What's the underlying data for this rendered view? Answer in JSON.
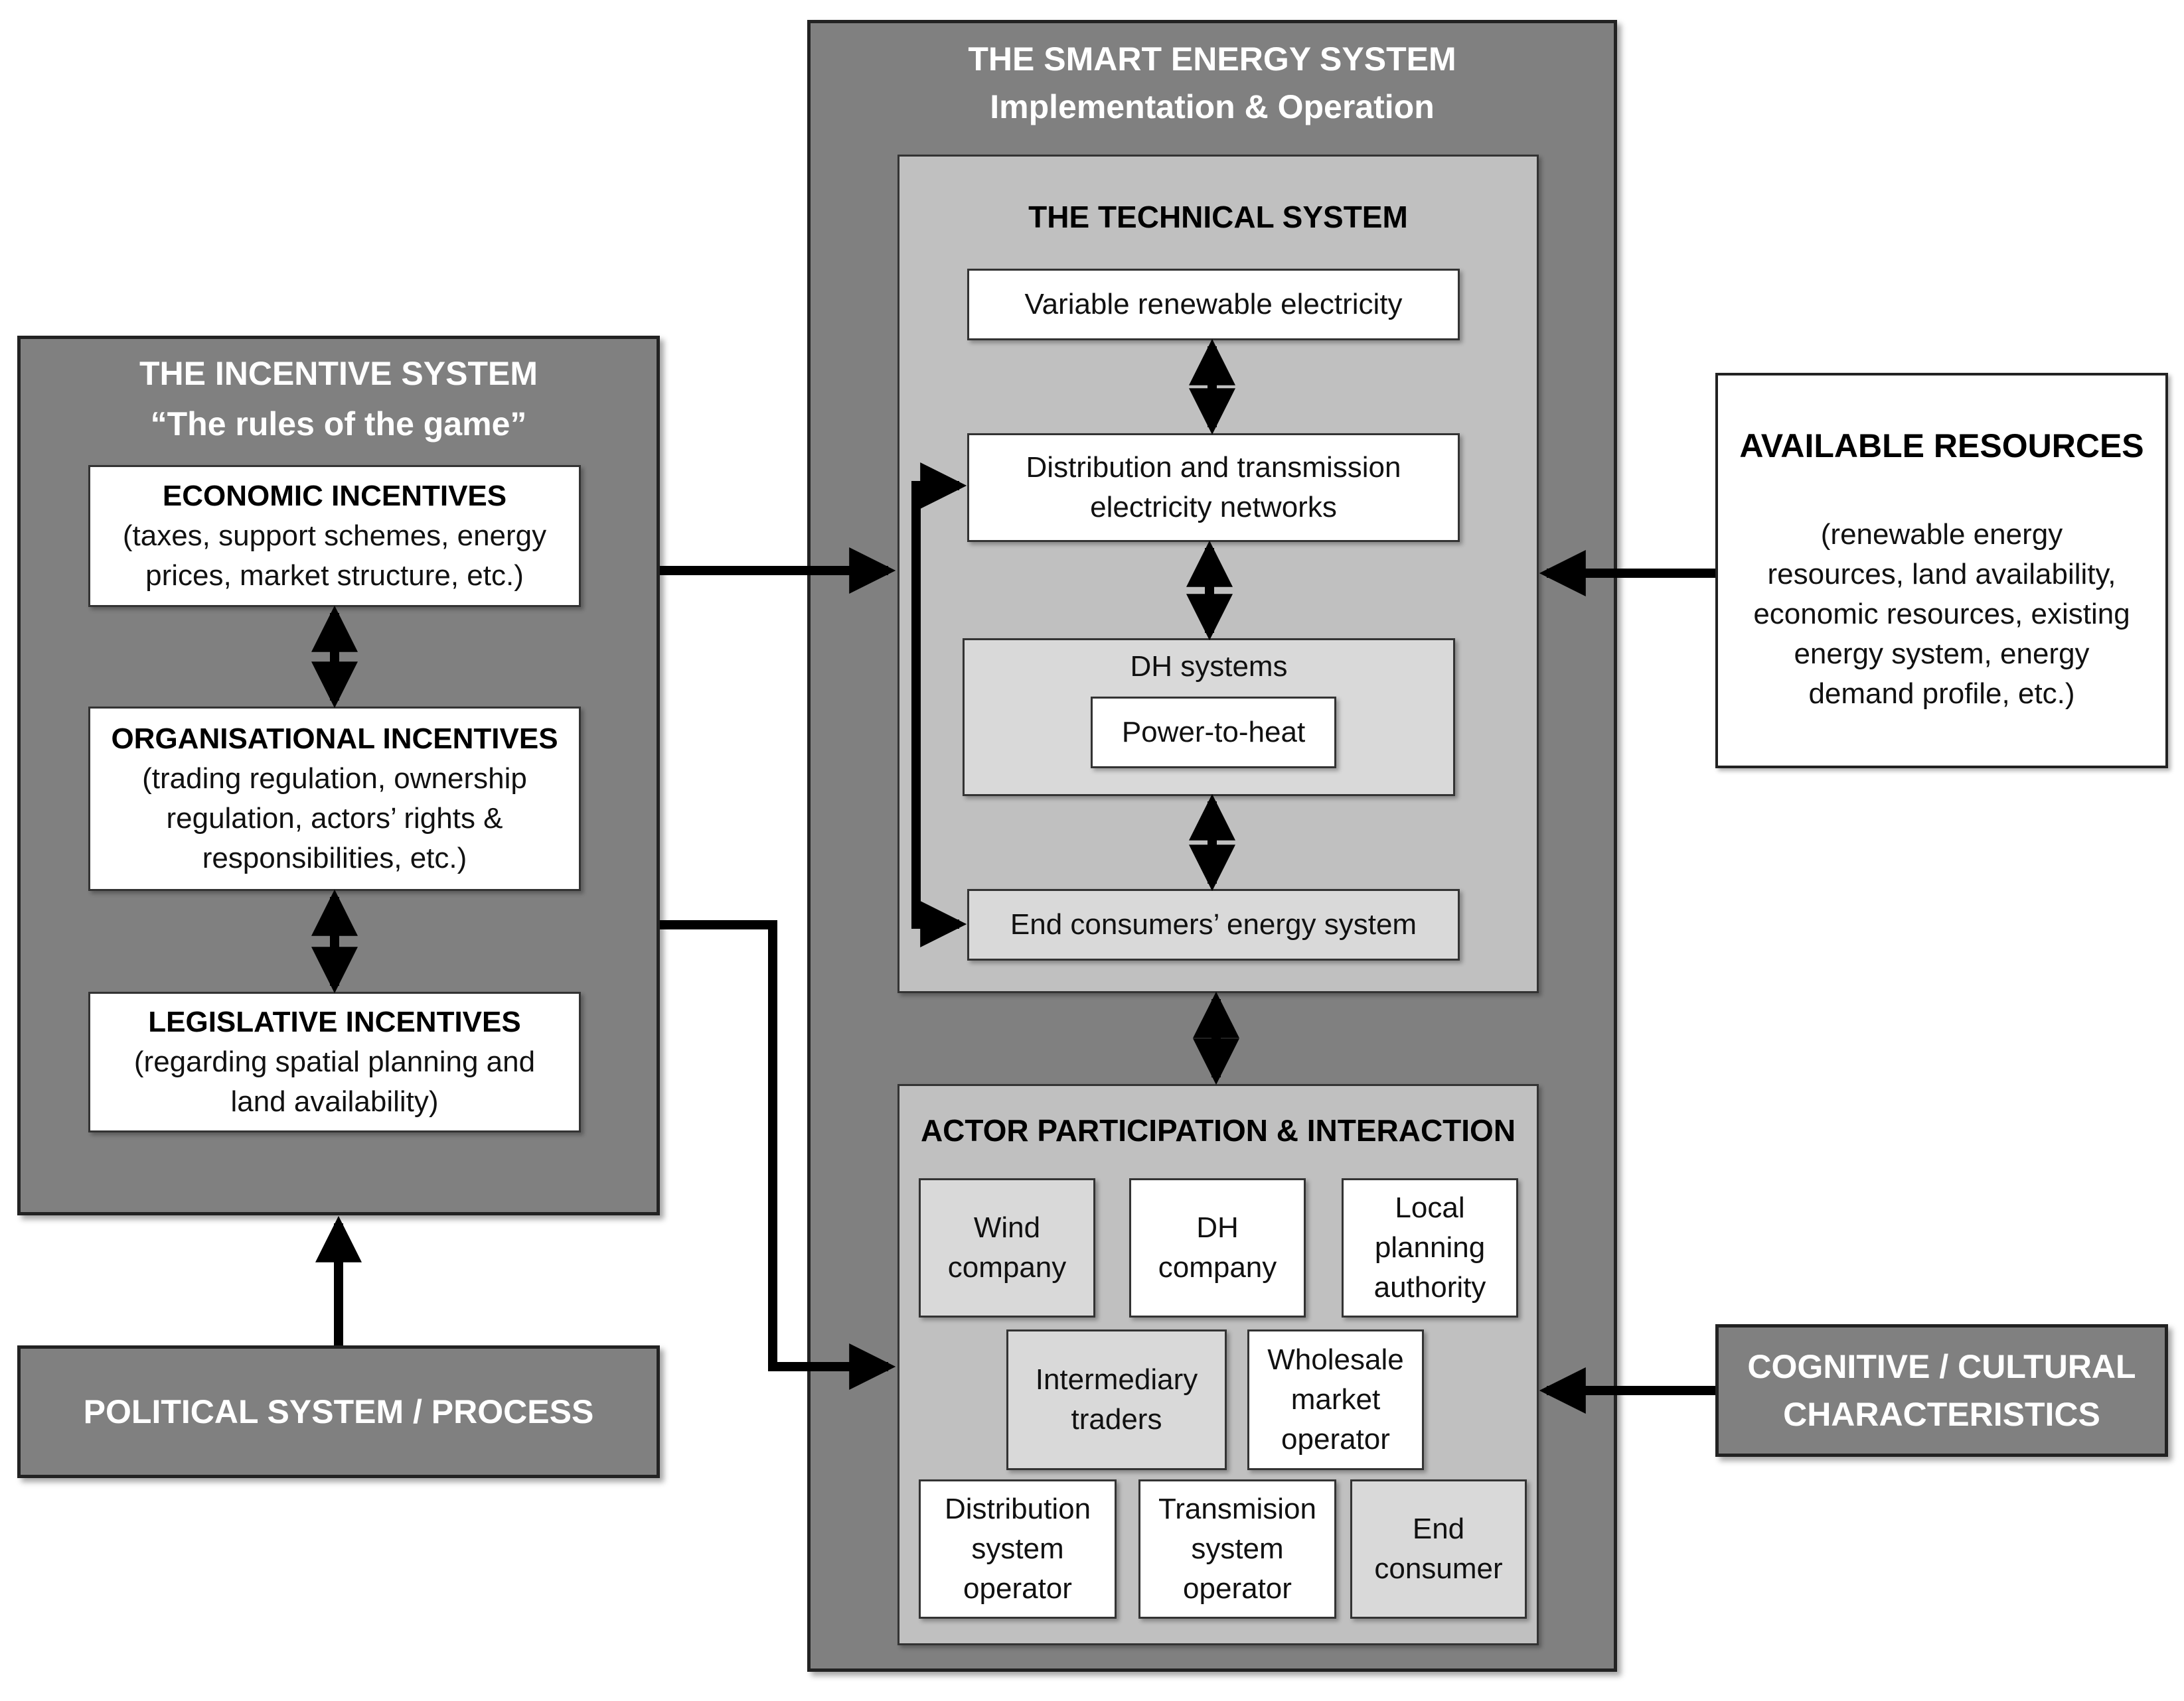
{
  "smart_system": {
    "title": "THE SMART ENERGY SYSTEM",
    "subtitle": "Implementation & Operation",
    "technical": {
      "title": "THE TECHNICAL SYSTEM",
      "vre": "Variable renewable electricity",
      "networks_line1": "Distribution and transmission",
      "networks_line2": "electricity networks",
      "dh": "DH systems",
      "p2h": "Power-to-heat",
      "end_consumers": "End consumers’ energy system"
    },
    "actors": {
      "title": "ACTOR PARTICIPATION & INTERACTION",
      "wind": [
        "Wind",
        "company"
      ],
      "dh": [
        "DH",
        "company"
      ],
      "local": [
        "Local",
        "planning",
        "authority"
      ],
      "traders": [
        "Intermediary",
        "traders"
      ],
      "wholesale": [
        "Wholesale",
        "market",
        "operator"
      ],
      "dso": [
        "Distribution",
        "system",
        "operator"
      ],
      "tso": [
        "Transmision",
        "system",
        "operator"
      ],
      "end": [
        "End",
        "consumer"
      ]
    }
  },
  "incentive_system": {
    "title": "THE INCENTIVE SYSTEM",
    "subtitle": "“The rules of the game”",
    "economic": {
      "title": "ECONOMIC INCENTIVES",
      "line1": "(taxes, support schemes, energy",
      "line2": "prices, market structure, etc.)"
    },
    "organisational": {
      "title": "ORGANISATIONAL INCENTIVES",
      "line1": "(trading regulation, ownership",
      "line2": "regulation, actors’ rights &",
      "line3": "responsibilities, etc.)"
    },
    "legislative": {
      "title": "LEGISLATIVE INCENTIVES",
      "line1": "(regarding spatial planning and",
      "line2": "land availability)"
    }
  },
  "political": {
    "label": "POLITICAL SYSTEM / PROCESS"
  },
  "resources": {
    "title": "AVAILABLE RESOURCES",
    "line1": "(renewable energy",
    "line2": "resources, land availability,",
    "line3": "economic resources, existing",
    "line4": "energy system, energy",
    "line5": "demand profile, etc.)"
  },
  "cognitive": {
    "line1": "COGNITIVE / CULTURAL",
    "line2": "CHARACTERISTICS"
  },
  "colors": {
    "dark_box": "#808080",
    "mid_box": "#c0c0c0",
    "light_box": "#d9d9d9",
    "arrow": "#000000"
  }
}
